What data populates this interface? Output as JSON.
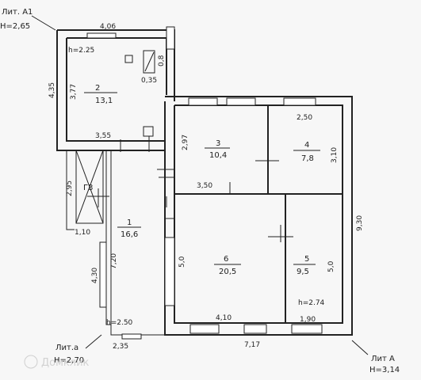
{
  "plan": {
    "buildings": {
      "lit_a1": {
        "label": "Лит. А1",
        "height": "Н=2,65"
      },
      "lit_a": {
        "label": "Лит А",
        "height": "Н=3,14"
      },
      "lit_a_small": {
        "label": "Лит.а",
        "height": "Н=2,70"
      }
    },
    "rooms": [
      {
        "number": "2",
        "area": "13,1"
      },
      {
        "number": "3",
        "area": "10,4"
      },
      {
        "number": "4",
        "area": "7,8"
      },
      {
        "number": "1",
        "area": "16,6"
      },
      {
        "number": "6",
        "area": "20,5"
      },
      {
        "number": "5",
        "area": "9,5"
      }
    ],
    "corridor_label": "Г3",
    "dimensions": {
      "top_a1": "4,06",
      "a1_left": "4,35",
      "room2_depth": "3,77",
      "room2_width": "3,55",
      "stove_w": "0,8",
      "stove_d": "0,35",
      "room3_depth": "2,97",
      "room3_width": "3,50",
      "room4_width": "2,50",
      "room4_depth": "3,10",
      "right_total": "9,30",
      "corridor_depth": "2,95",
      "corridor_width": "1,10",
      "room1_depth": "7,20",
      "porch_len": "4,30",
      "room6_depth": "5,0",
      "room5_depth": "5,0",
      "room6_width": "4,10",
      "room5_width": "1,90",
      "bottom_total": "7,17",
      "entrance_width": "2,35"
    },
    "heights": {
      "room2": "h=2.25",
      "room1": "h=2.50",
      "room5": "h=2.74"
    }
  },
  "watermark": {
    "text": "Домклик"
  }
}
